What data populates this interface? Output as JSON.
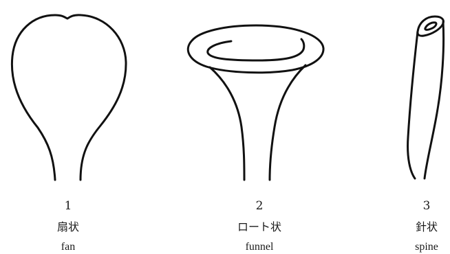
{
  "shapes": [
    {
      "number": "1",
      "name_jp": "扇状",
      "name_en": "fan"
    },
    {
      "number": "2",
      "name_jp": "ロート状",
      "name_en": "funnel"
    },
    {
      "number": "3",
      "name_jp": "針状",
      "name_en": "spine"
    }
  ]
}
